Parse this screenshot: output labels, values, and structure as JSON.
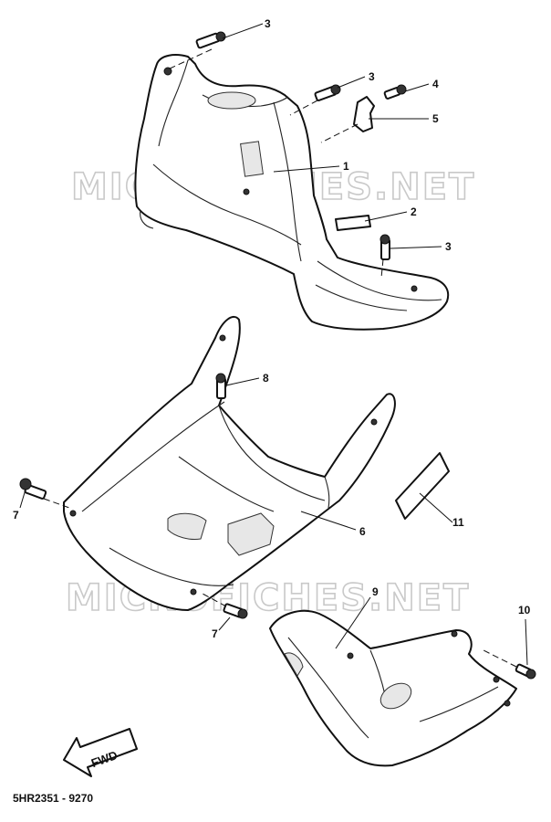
{
  "diagram": {
    "watermarks": [
      "MICROFICHES.NET",
      "MICROFICHES.NET"
    ],
    "callouts": [
      "3",
      "3",
      "4",
      "5",
      "1",
      "2",
      "3",
      "8",
      "6",
      "11",
      "7",
      "7",
      "9",
      "10"
    ],
    "direction_label": "FWD",
    "diagram_code": "5HR2351 - 9270"
  }
}
